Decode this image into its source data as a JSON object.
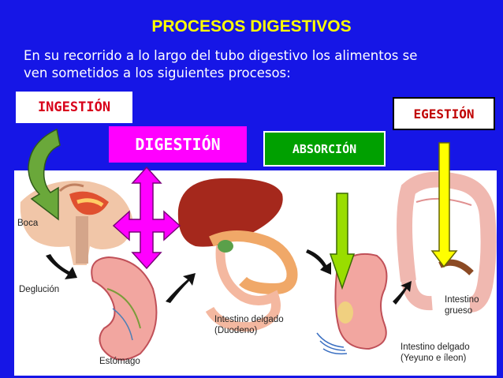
{
  "header": {
    "title": "PROCESOS DIGESTIVOS",
    "intro_line1": "En su recorrido a lo largo del tubo digestivo los alimentos se",
    "intro_line2": "ven sometidos a los siguientes procesos:"
  },
  "processes": {
    "ingestion": "INGESTIÓN",
    "digestion": "DIGESTIÓN",
    "absorcion": "ABSORCIÓN",
    "egestion": "EGESTIÓN"
  },
  "organs": {
    "boca": "Boca",
    "deglucion": "Deglución",
    "estomago": "Estómago",
    "duodeno_line1": "Intestino delgado",
    "duodeno_line2": "(Duodeno)",
    "grueso_line1": "Intestino",
    "grueso_line2": "grueso",
    "yeyuno_line1": "Intestino delgado",
    "yeyuno_line2": "(Yeyuno e íleon)"
  },
  "colors": {
    "background": "#1616e6",
    "title": "#ffff00",
    "ingestion_arrow": "#6aa83a",
    "digestion": "#ff00ff",
    "absorcion": "#00a000",
    "absorcion_arrow": "#99dd00",
    "egestion_arrow": "#ffff00"
  }
}
